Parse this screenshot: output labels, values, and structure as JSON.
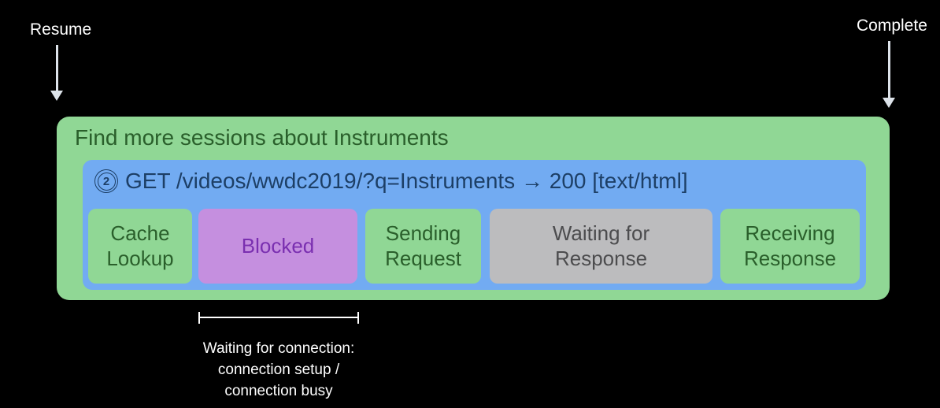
{
  "colors": {
    "background": "#000000",
    "green": "#90d795",
    "green-text": "#2a5f2b",
    "blue": "#72abf2",
    "blue-text": "#1d3f66",
    "purple": "#c58fdf",
    "purple-text": "#7a2fb0",
    "gray": "#bcbcbe",
    "gray-text": "#4c4c4e",
    "arrow": "#dde3ea",
    "white-text": "#ffffff"
  },
  "annotations": {
    "resume_label": "Resume",
    "complete_label": "Complete",
    "waiting_note_line1": "Waiting for connection:",
    "waiting_note_line2": "connection setup /",
    "waiting_note_line3": "connection busy"
  },
  "session_card": {
    "title": "Find more sessions about Instruments"
  },
  "request": {
    "step_number": "2",
    "summary": "GET /videos/wwdc2019/?q=Instruments → 200 [text/html]",
    "phases": [
      {
        "label": "Cache Lookup",
        "state": "green"
      },
      {
        "label": "Blocked",
        "state": "purple"
      },
      {
        "label": "Sending Request",
        "state": "green"
      },
      {
        "label": "Waiting for Response",
        "state": "gray"
      },
      {
        "label": "Receiving Response",
        "state": "green"
      }
    ]
  }
}
